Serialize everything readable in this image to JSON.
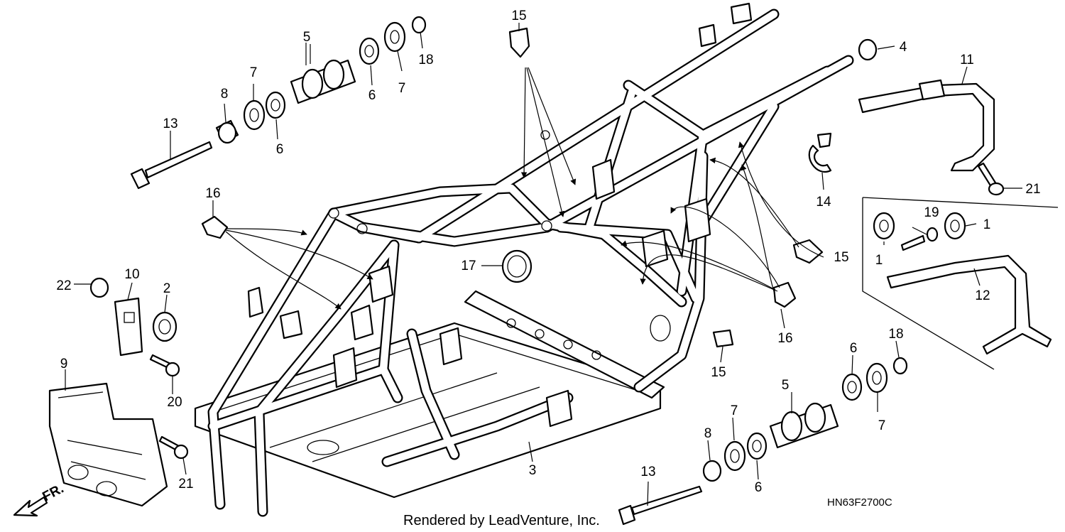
{
  "diagram_code": "HN63F2700C",
  "footer": "Rendered by LeadVenture, Inc.",
  "direction_label": "FR.",
  "callouts": {
    "c15a": "15",
    "c5a": "5",
    "c18a": "18",
    "c7a": "7",
    "c6a": "6",
    "c7b": "7",
    "c8a": "8",
    "c6b": "6",
    "c13a": "13",
    "c4": "4",
    "c11": "11",
    "c21a": "21",
    "c14": "14",
    "c16a": "16",
    "c19": "19",
    "c1a": "1",
    "c1b": "1",
    "c12": "12",
    "c15b": "15",
    "c17": "17",
    "c22": "22",
    "c10": "10",
    "c2": "2",
    "c16b": "16",
    "c18b": "18",
    "c6c": "6",
    "c5b": "5",
    "c7c": "7",
    "c7d": "7",
    "c8b": "8",
    "c6d": "6",
    "c13b": "13",
    "c15c": "15",
    "c9": "9",
    "c20": "20",
    "c21b": "21",
    "c3": "3"
  }
}
